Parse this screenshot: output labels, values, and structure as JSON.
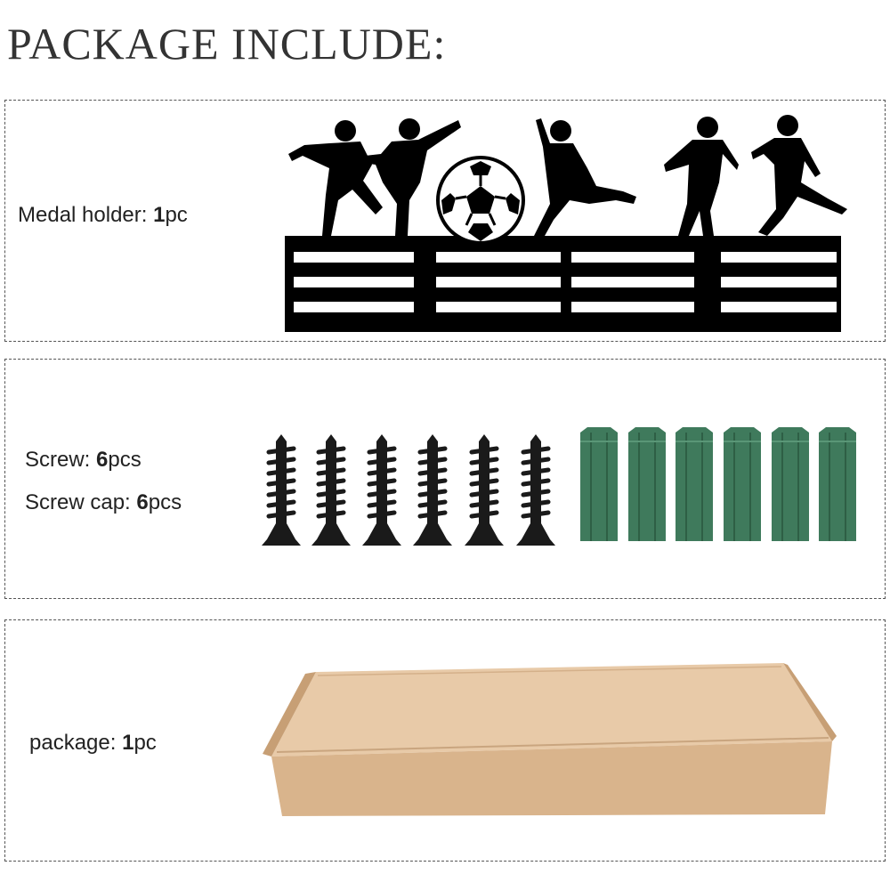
{
  "header": {
    "title": "PACKAGE INCLUDE:"
  },
  "items": [
    {
      "name": "Medal holder: ",
      "qty": "1",
      "unit": "pc",
      "icon": "medal-holder-image"
    },
    {
      "name": "Screw: ",
      "qty": "6",
      "unit": "pcs",
      "icon": "screw-image"
    },
    {
      "name": "Screw cap: ",
      "qty": "6",
      "unit": "pcs",
      "icon": "wall-anchor-image"
    },
    {
      "name": "package: ",
      "qty": "1",
      "unit": "pc",
      "icon": "cardboard-box-image"
    }
  ],
  "colors": {
    "holder": "#000000",
    "screw": "#1a1a1a",
    "anchor": "#3f7a5c",
    "box": "#e3c4a1",
    "border": "#555555"
  }
}
